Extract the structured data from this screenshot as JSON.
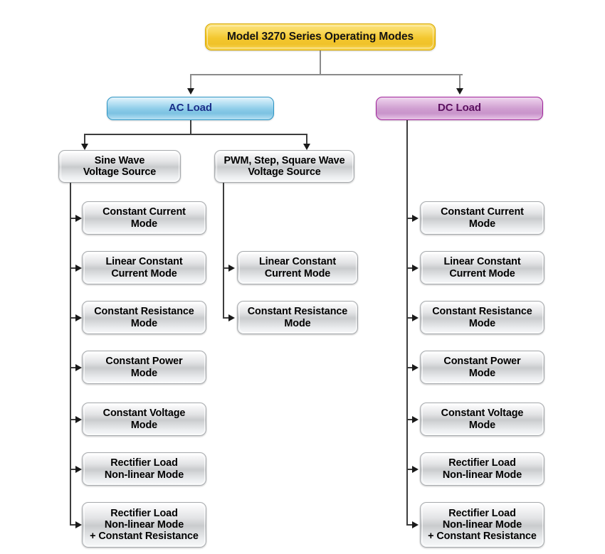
{
  "diagram": {
    "title": "Model 3270 Series Operating Modes",
    "root": {
      "label": "Model 3270 Series Operating Modes"
    },
    "branches": [
      {
        "id": "ac",
        "label": "AC Load",
        "accent": "#2e95c4",
        "text_color": "#1b2f8a"
      },
      {
        "id": "dc",
        "label": "DC Load",
        "accent": "#a0229a",
        "text_color": "#5c1060"
      }
    ],
    "sources": [
      {
        "id": "sine",
        "line1": "Sine Wave",
        "line2": "Voltage Source"
      },
      {
        "id": "pwm",
        "line1": "PWM, Step, Square Wave",
        "line2": "Voltage Source"
      }
    ],
    "columns": {
      "ac_sine_modes": [
        {
          "line1": "Constant Current",
          "line2": "Mode",
          "line3": ""
        },
        {
          "line1": "Linear Constant",
          "line2": "Current Mode",
          "line3": ""
        },
        {
          "line1": "Constant Resistance",
          "line2": "Mode",
          "line3": ""
        },
        {
          "line1": "Constant Power",
          "line2": "Mode",
          "line3": ""
        },
        {
          "line1": "Constant Voltage",
          "line2": "Mode",
          "line3": ""
        },
        {
          "line1": "Rectifier Load",
          "line2": "Non-linear Mode",
          "line3": ""
        },
        {
          "line1": "Rectifier Load",
          "line2": "Non-linear Mode",
          "line3": "+ Constant Resistance"
        }
      ],
      "ac_pwm_modes": [
        {
          "line1": "Linear Constant",
          "line2": "Current Mode",
          "line3": ""
        },
        {
          "line1": "Constant Resistance",
          "line2": "Mode",
          "line3": ""
        }
      ],
      "dc_modes": [
        {
          "line1": "Constant Current",
          "line2": "Mode",
          "line3": ""
        },
        {
          "line1": "Linear Constant",
          "line2": "Current Mode",
          "line3": ""
        },
        {
          "line1": "Constant Resistance",
          "line2": "Mode",
          "line3": ""
        },
        {
          "line1": "Constant Power",
          "line2": "Mode",
          "line3": ""
        },
        {
          "line1": "Constant Voltage",
          "line2": "Mode",
          "line3": ""
        },
        {
          "line1": "Rectifier Load",
          "line2": "Non-linear Mode",
          "line3": ""
        },
        {
          "line1": "Rectifier Load",
          "line2": "Non-linear Mode",
          "line3": "+ Constant Resistance"
        }
      ]
    },
    "colors": {
      "root_fill": "#f3c72e",
      "root_border": "#d9a900",
      "ac_fill": "#8ecde9",
      "dc_fill": "#cf9ed0",
      "node_fill": "#c9cbcd",
      "connector": "#3d3d3d",
      "connector_top": "#8b8b8b",
      "background": "#ffffff"
    }
  }
}
